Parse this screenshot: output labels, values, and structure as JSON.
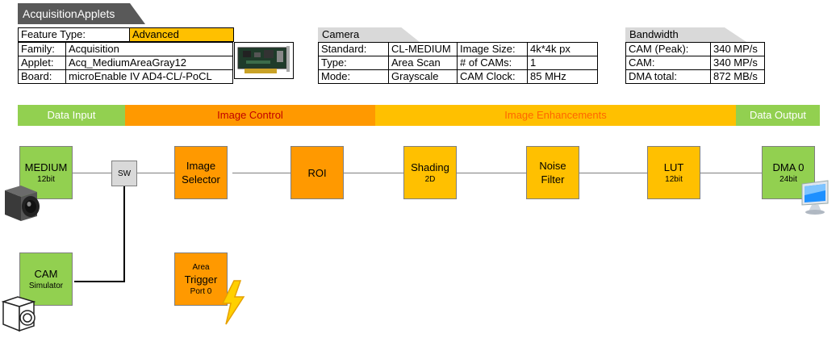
{
  "title": "AcquisitionApplets",
  "feature": {
    "label": "Feature Type:",
    "value": "Advanced",
    "rows": [
      {
        "label": "Family:",
        "value": "Acquisition"
      },
      {
        "label": "Applet:",
        "value": "Acq_MediumAreaGray12"
      },
      {
        "label": "Board:",
        "value": "microEnable IV AD4-CL/-PoCL"
      }
    ]
  },
  "camera": {
    "header": "Camera",
    "rows": [
      {
        "k1": "Standard:",
        "v1": "CL-MEDIUM",
        "k2": "Image Size:",
        "v2": "4k*4k px"
      },
      {
        "k1": "Type:",
        "v1": "Area Scan",
        "k2": "# of CAMs:",
        "v2": "1"
      },
      {
        "k1": "Mode:",
        "v1": "Grayscale",
        "k2": "CAM Clock:",
        "v2": "85 MHz"
      }
    ]
  },
  "bandwidth": {
    "header": "Bandwidth",
    "rows": [
      {
        "label": "CAM (Peak):",
        "value": "340 MP/s"
      },
      {
        "label": "CAM:",
        "value": "340 MP/s"
      },
      {
        "label": "DMA total:",
        "value": "872 MB/s"
      }
    ]
  },
  "sections": [
    {
      "label": "Data Input",
      "color": "#92d050",
      "text_color": "#ffffff"
    },
    {
      "label": "Image Control",
      "color": "#ff9900",
      "text_color": "#c00000"
    },
    {
      "label": "Image Enhancements",
      "color": "#ffc000",
      "text_color": "#ff6600"
    },
    {
      "label": "Data Output",
      "color": "#92d050",
      "text_color": "#ffffff"
    }
  ],
  "blocks": {
    "medium": {
      "l1": "MEDIUM",
      "l2": "12bit"
    },
    "sw": {
      "l1": "SW"
    },
    "image_selector": {
      "l1": "Image",
      "l2": "Selector"
    },
    "roi": {
      "l1": "ROI"
    },
    "shading": {
      "l1": "Shading",
      "l2": "2D"
    },
    "noise": {
      "l1": "Noise",
      "l2": "Filter"
    },
    "lut": {
      "l1": "LUT",
      "l2": "12bit"
    },
    "dma": {
      "l1": "DMA 0",
      "l2": "24bit"
    },
    "cam_sim": {
      "l1": "CAM",
      "l2": "Simulator"
    },
    "trigger": {
      "l1": "Area",
      "l2": "Trigger",
      "l3": "Port 0"
    }
  },
  "colors": {
    "green": "#92d050",
    "orange": "#ff9900",
    "yellow": "#ffc000",
    "gray": "#d9d9d9"
  },
  "icons": [
    "camera-icon",
    "board-icon",
    "monitor-icon",
    "camera-simulator-icon",
    "lightning-icon"
  ]
}
